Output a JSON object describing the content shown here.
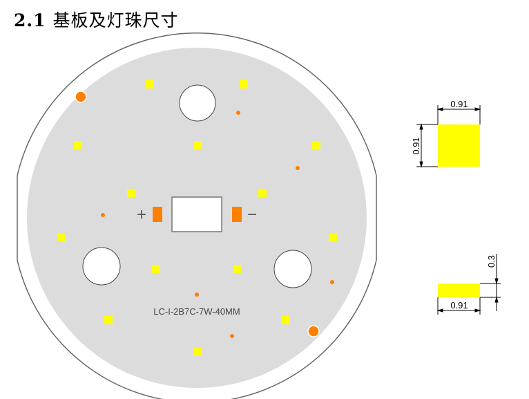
{
  "title": {
    "number": "2.1",
    "text": "基板及灯珠尺寸"
  },
  "board": {
    "label": "LC-I-2B7C-7W-40MM",
    "plus": "+",
    "minus": "−",
    "colors": {
      "outline": "#555555",
      "substrate": "#dcdcdc",
      "led": "#ffff00",
      "pad": "#ff7f00"
    }
  },
  "led_top_view": {
    "width_label": "0.91",
    "height_label": "0.91"
  },
  "led_side_view": {
    "width_label": "0.91",
    "thickness_label": "0.3"
  }
}
